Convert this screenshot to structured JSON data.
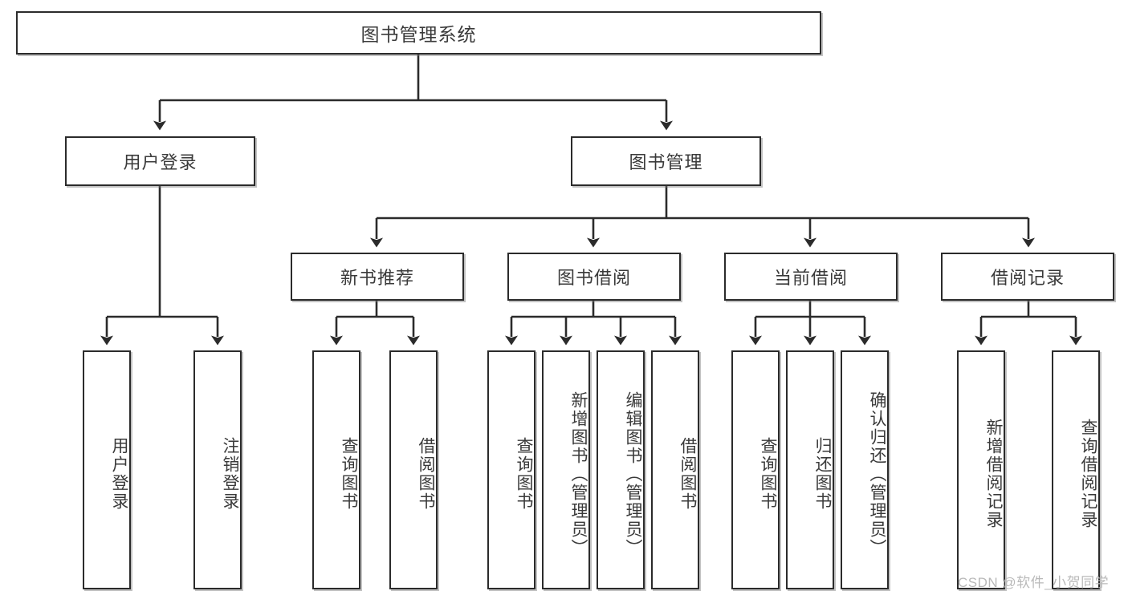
{
  "diagram": {
    "type": "tree",
    "title": "图书管理系统",
    "root": {
      "label": "图书管理系统"
    },
    "level2": [
      {
        "label": "用户登录"
      },
      {
        "label": "图书管理"
      }
    ],
    "level3": [
      {
        "label": "新书推荐"
      },
      {
        "label": "图书借阅"
      },
      {
        "label": "当前借阅"
      },
      {
        "label": "借阅记录"
      }
    ],
    "leaves": [
      {
        "label": "用户登录",
        "parent": "用户登录"
      },
      {
        "label": "注销登录",
        "parent": "用户登录"
      },
      {
        "label": "查询图书",
        "parent": "新书推荐"
      },
      {
        "label": "借阅图书",
        "parent": "新书推荐"
      },
      {
        "label": "查询图书",
        "parent": "图书借阅"
      },
      {
        "label": "新增图书（管理员）",
        "parent": "图书借阅"
      },
      {
        "label": "编辑图书（管理员）",
        "parent": "图书借阅"
      },
      {
        "label": "借阅图书",
        "parent": "图书借阅"
      },
      {
        "label": "查询图书",
        "parent": "当前借阅"
      },
      {
        "label": "归还图书",
        "parent": "当前借阅"
      },
      {
        "label": "确认归还（管理员）",
        "parent": "当前借阅"
      },
      {
        "label": "新增借阅记录",
        "parent": "借阅记录"
      },
      {
        "label": "查询借阅记录",
        "parent": "借阅记录"
      }
    ],
    "colors": {
      "stroke": "#2b2b2b",
      "fill": "#ffffff",
      "text": "#3a3a3a",
      "watermark": "#b9b9b9"
    }
  },
  "watermark": {
    "text": "CSDN @软件_小贺同学"
  }
}
